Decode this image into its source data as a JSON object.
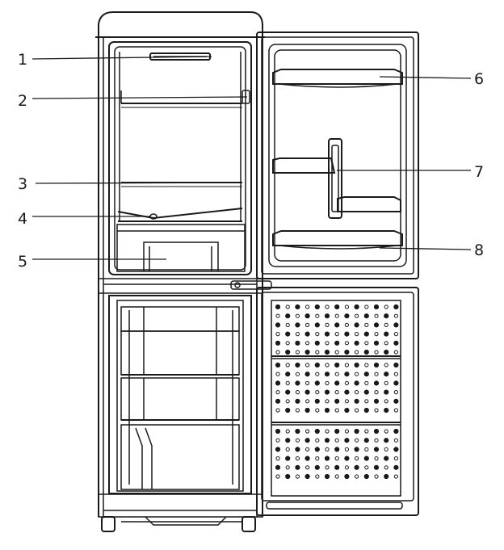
{
  "diagram": {
    "colors": {
      "stroke": "#1a1a1a",
      "background": "#ffffff"
    },
    "callouts": [
      {
        "number": "1"
      },
      {
        "number": "2"
      },
      {
        "number": "3"
      },
      {
        "number": "4"
      },
      {
        "number": "5"
      },
      {
        "number": "6"
      },
      {
        "number": "7"
      },
      {
        "number": "8"
      }
    ]
  }
}
